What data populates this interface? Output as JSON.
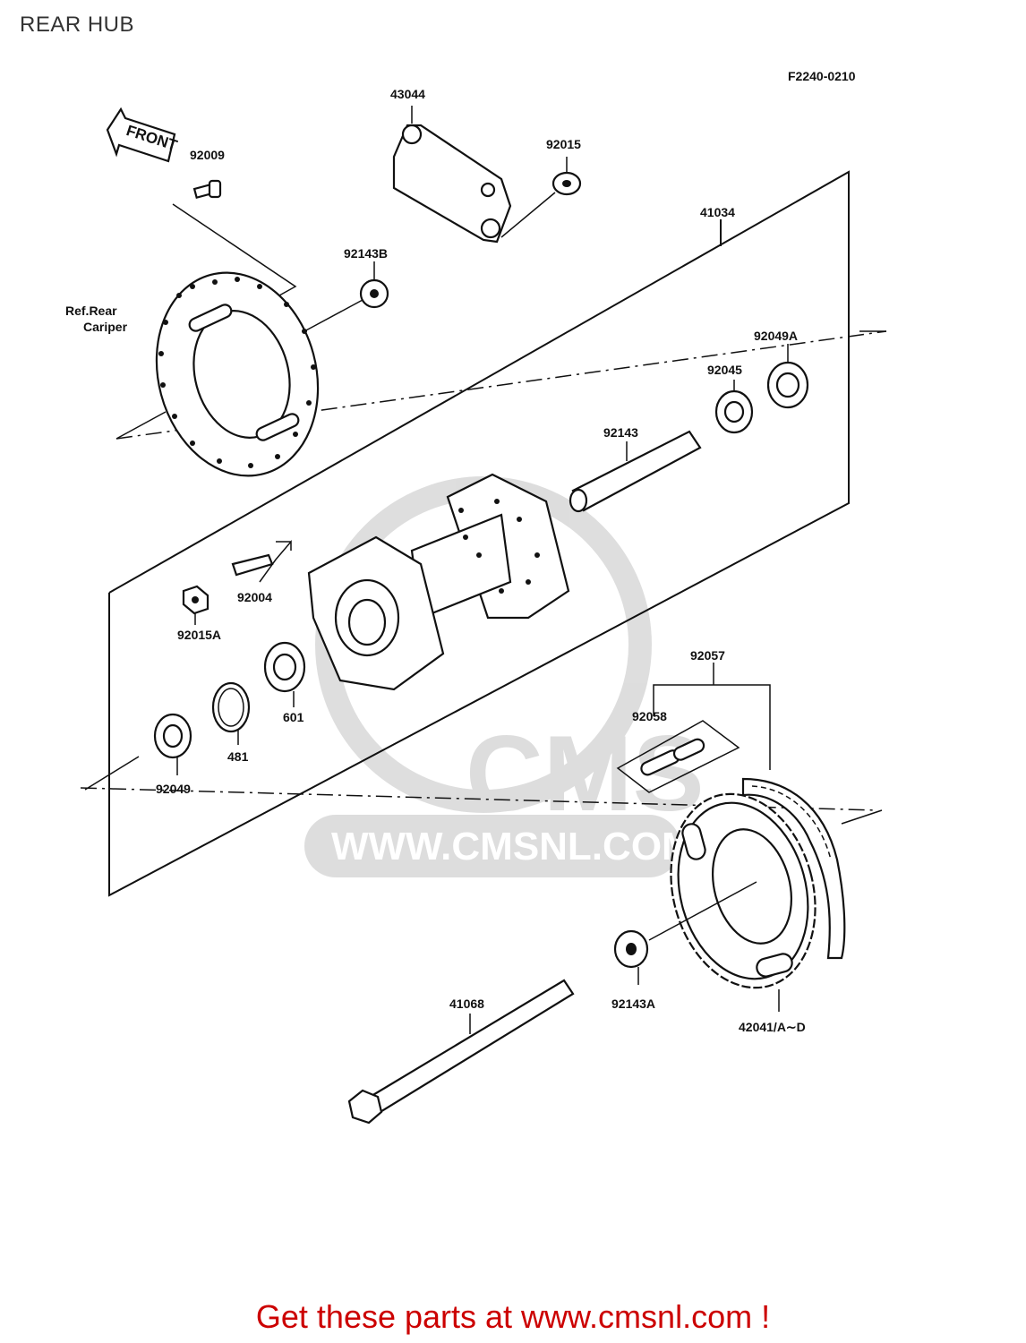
{
  "title": "REAR HUB",
  "diagram_code": "F2240-0210",
  "front_arrow": "FRONT",
  "watermark": {
    "brand": "CMS",
    "site": "WWW.CMSNL.COM"
  },
  "labels": {
    "p43044": "43044",
    "p92009": "92009",
    "p92015": "92015",
    "p41034": "41034",
    "p92143B": "92143B",
    "ref_rear": "Ref.Rear",
    "caliper": "Cariper",
    "p92049A": "92049A",
    "p92045": "92045",
    "p92143": "92143",
    "p92004": "92004",
    "p92015A": "92015A",
    "p601": "601",
    "p481": "481",
    "p92049": "92049",
    "p92057": "92057",
    "p92058": "92058",
    "p41068": "41068",
    "p92143A": "92143A",
    "p42041": "42041/A∼D"
  },
  "footer": {
    "text": "Get these parts at www.cmsnl.com !",
    "color": "#cc0000"
  }
}
